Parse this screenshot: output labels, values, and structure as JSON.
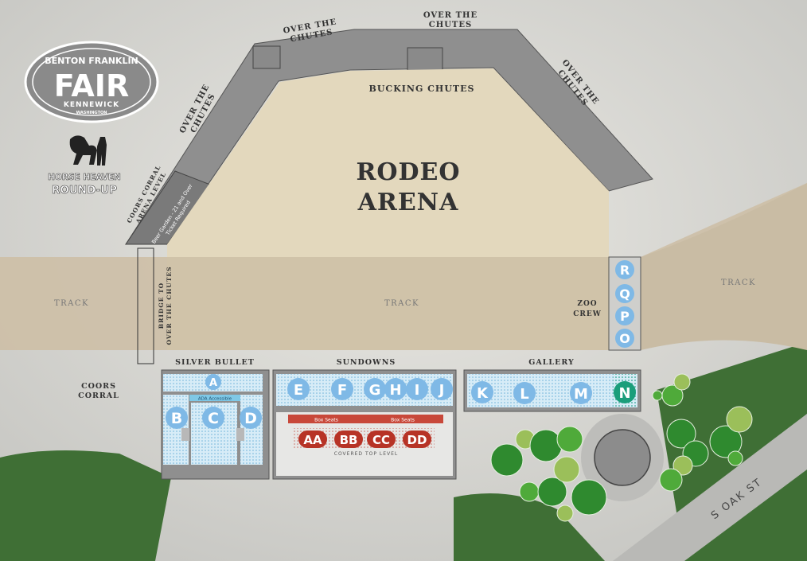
{
  "logo": {
    "line1": "BENTON FRANKLIN",
    "big": "FAIR",
    "line2": "KENNEWICK",
    "line3": "WASHINGTON",
    "roundup1": "HORSE HEAVEN",
    "roundup2": "ROUND-UP"
  },
  "arena": {
    "title1": "RODEO",
    "title2": "ARENA",
    "bucking": "BUCKING CHUTES",
    "over1": "OVER THE",
    "over2": "CHUTES"
  },
  "coors_level": {
    "title1": "COORS CORRAL",
    "title2": "ARENA LEVEL",
    "note1": "Beer Garden - 21 and Over",
    "note2": "Ticket Required"
  },
  "bridge": {
    "line1": "BRIDGE TO",
    "line2": "OVER THE CHUTES"
  },
  "track_label": "TRACK",
  "zoo_crew": {
    "line1": "ZOO",
    "line2": "CREW"
  },
  "coors_corral": {
    "line1": "COORS",
    "line2": "CORRAL"
  },
  "stand_labels": {
    "silver": "SILVER BULLET",
    "sundowns": "SUNDOWNS",
    "gallery": "GALLERY"
  },
  "ada_label": "ADA Accessible",
  "box_seats": "Box Seats",
  "covered_top": "COVERED TOP LEVEL",
  "street": "S OAK ST",
  "sections": {
    "A": "A",
    "B": "B",
    "C": "C",
    "D": "D",
    "E": "E",
    "F": "F",
    "G": "G",
    "H": "H",
    "I": "I",
    "J": "J",
    "K": "K",
    "L": "L",
    "M": "M",
    "N": "N",
    "O": "O",
    "P": "P",
    "Q": "Q",
    "R": "R",
    "AA": "AA",
    "BB": "BB",
    "CC": "CC",
    "DD": "DD"
  },
  "colors": {
    "section": "#7fb9e6",
    "section_n": "#1b9e7b",
    "box": "#b73326",
    "grass": "#3f6f35"
  }
}
